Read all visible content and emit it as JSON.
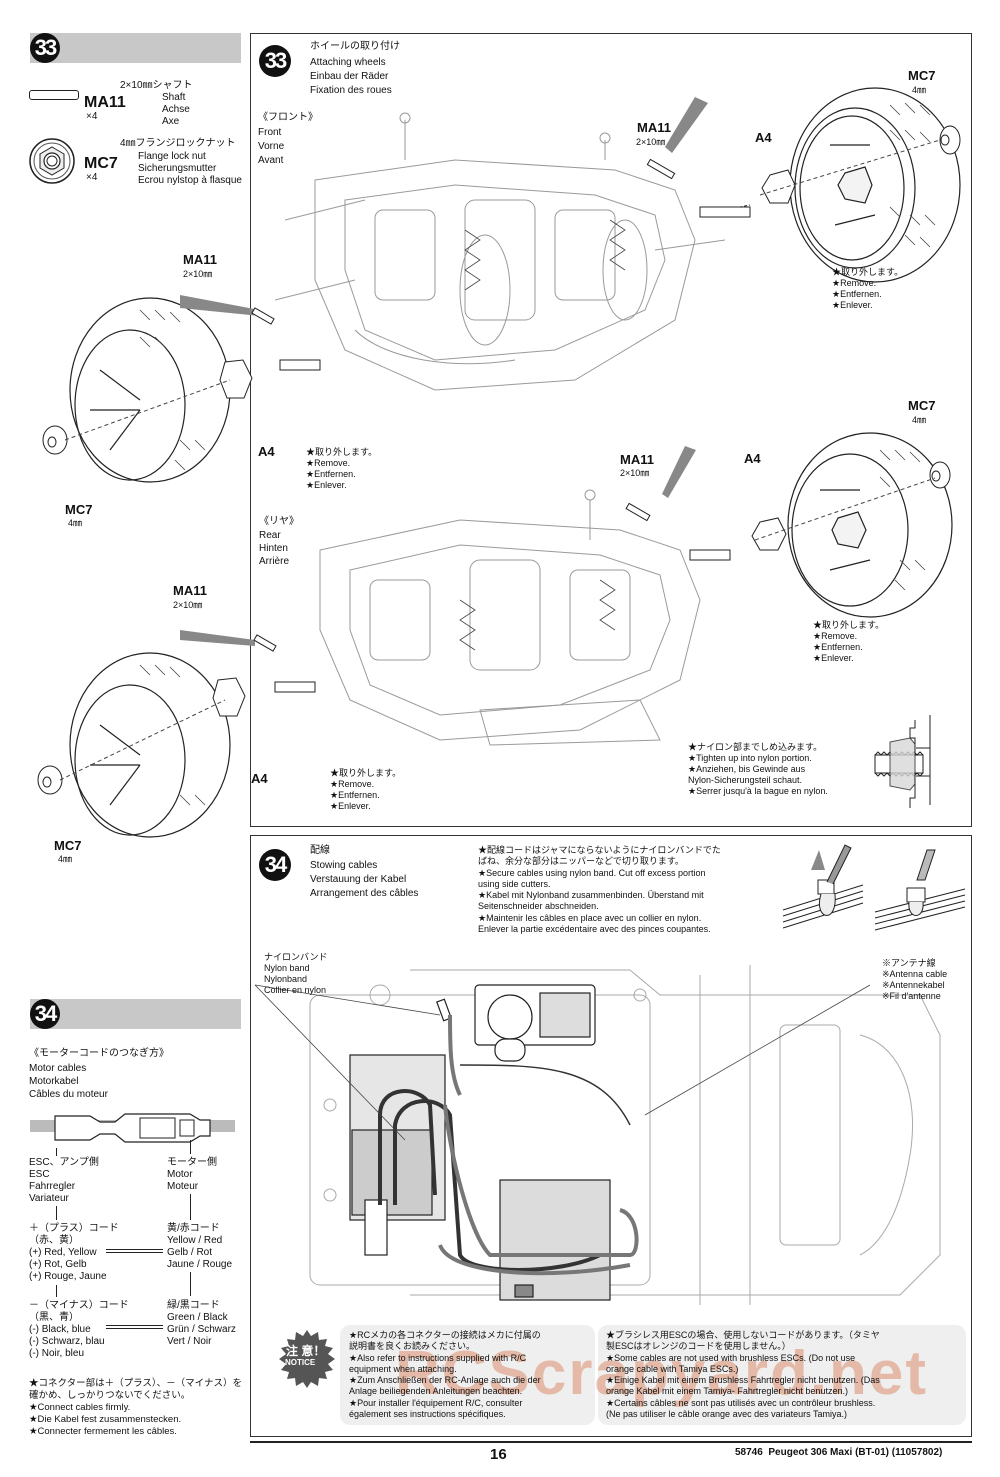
{
  "sidebar_step33": {
    "step_number": "33",
    "parts": [
      {
        "code": "MA11",
        "qty": "×4",
        "name_ja": "2×10㎜シャフト",
        "name_en": "Shaft",
        "name_de": "Achse",
        "name_fr": "Axe"
      },
      {
        "code": "MC7",
        "qty": "×4",
        "name_ja": "4㎜フランジロックナット",
        "name_en": "Flange lock nut",
        "name_de": "Sicherungsmutter",
        "name_fr": "Ecrou nylstop à flasque"
      }
    ]
  },
  "step33": {
    "step_number": "33",
    "title_ja": "ホイールの取り付け",
    "title_en": "Attaching wheels",
    "title_de": "Einbau der Räder",
    "title_fr": "Fixation des roues",
    "front": {
      "ja": "《フロント》",
      "en": "Front",
      "de": "Vorne",
      "fr": "Avant"
    },
    "rear": {
      "ja": "《リヤ》",
      "en": "Rear",
      "de": "Hinten",
      "fr": "Arrière"
    },
    "labels": {
      "ma11": "MA11",
      "ma11_size": "2×10㎜",
      "a4": "A4",
      "mc7": "MC7",
      "mc7_size": "4㎜"
    },
    "remove_note": [
      "★取り外します。",
      "★Remove.",
      "★Entfernen.",
      "★Enlever."
    ],
    "tighten_note": [
      "★ナイロン部までしめ込みます。",
      "★Tighten up into nylon portion.",
      "★Anziehen, bis Gewinde aus",
      "Nylon-Sicherungsteil schaut.",
      "★Serrer jusqu'à la bague en nylon."
    ]
  },
  "sidebar_step34": {
    "step_number": "34",
    "heading_ja": "《モーターコードのつなぎ方》",
    "heading_en": "Motor cables",
    "heading_de": "Motorkabel",
    "heading_fr": "Câbles du moteur",
    "esc_side": [
      "ESC、アンプ側",
      "ESC",
      "Fahrregler",
      "Variateur"
    ],
    "motor_side": [
      "モーター側",
      "Motor",
      "Moteur"
    ],
    "plus_cable": [
      "＋（プラス）コード",
      "（赤、黄）",
      "(+) Red, Yellow",
      "(+) Rot, Gelb",
      "(+) Rouge, Jaune"
    ],
    "yellow_red": [
      "黄/赤コード",
      "Yellow / Red",
      "Gelb / Rot",
      "Jaune / Rouge"
    ],
    "minus_cable": [
      "－（マイナス）コード",
      "（黒、青）",
      "(-) Black, blue",
      "(-) Schwarz, blau",
      "(-) Noir, bleu"
    ],
    "green_black": [
      "緑/黒コード",
      "Green / Black",
      "Grün / Schwarz",
      "Vert / Noir"
    ],
    "connect_note": [
      "★コネクター部は＋（プラス）、－（マイナス）を",
      "確かめ、しっかりつないでください。",
      "★Connect cables firmly.",
      "★Die Kabel fest zusammenstecken.",
      "★Connecter fermement les câbles."
    ]
  },
  "step34": {
    "step_number": "34",
    "title_ja": "配線",
    "title_en": "Stowing cables",
    "title_de": "Verstauung der Kabel",
    "title_fr": "Arrangement des câbles",
    "instructions": [
      "★配線コードはジャマにならないようにナイロンバンドでた",
      "ばね、余分な部分はニッパーなどで切り取ります。",
      "★Secure cables using nylon band. Cut off excess portion",
      "using side cutters.",
      "★Kabel mit Nylonband zusammenbinden. Überstand mit",
      "Seitenschneider abschneiden.",
      "★Maintenir les câbles en place avec un collier en nylon.",
      "Enlever la partie excédentaire avec des pinces coupantes."
    ],
    "nylon_band": [
      "ナイロンバンド",
      "Nylon band",
      "Nylonband",
      "Collier en nylon"
    ],
    "antenna_cable": [
      "※アンテナ線",
      "※Antenna cable",
      "※Antennekabel",
      "※Fil d'antenne"
    ],
    "notice_badge": {
      "ja": "注 意！",
      "en": "NOTICE"
    },
    "notice_left": [
      "★RCメカの各コネクターの接続はメカに付属の",
      "説明書を良くお読みください。",
      "★Also refer to instructions supplied with R/C",
      "equipment when attaching.",
      "★Zum Anschließen der RC-Anlage auch die der",
      "Anlage beiliegenden Anleitungen beachten.",
      "★Pour installer l'équipement R/C, consulter",
      "également ses instructions spécifiques."
    ],
    "notice_right": [
      "★ブラシレス用ESCの場合、使用しないコードがあります。（タミヤ",
      "製ESCはオレンジのコードを使用しません。）",
      "★Some cables are not used with brushless ESCs. (Do not use",
      "orange cable with Tamiya ESCs.)",
      "★Einige Kabel mit einem Brushless Fahrtregler nicht benutzen. (Das",
      "orange Kabel mit einem Tamiya- Fahrtregler nicht benutzen.)",
      "★Certains câbles ne sont pas utilisés avec un contrôleur brushless.",
      "(Ne pas utiliser le câble orange avec des variateurs Tamiya.)"
    ]
  },
  "watermark": "RCScrapyard.net",
  "footer": {
    "page_number": "16",
    "product": "58746  Peugeot 306 Maxi (BT-01) (11057802)"
  }
}
